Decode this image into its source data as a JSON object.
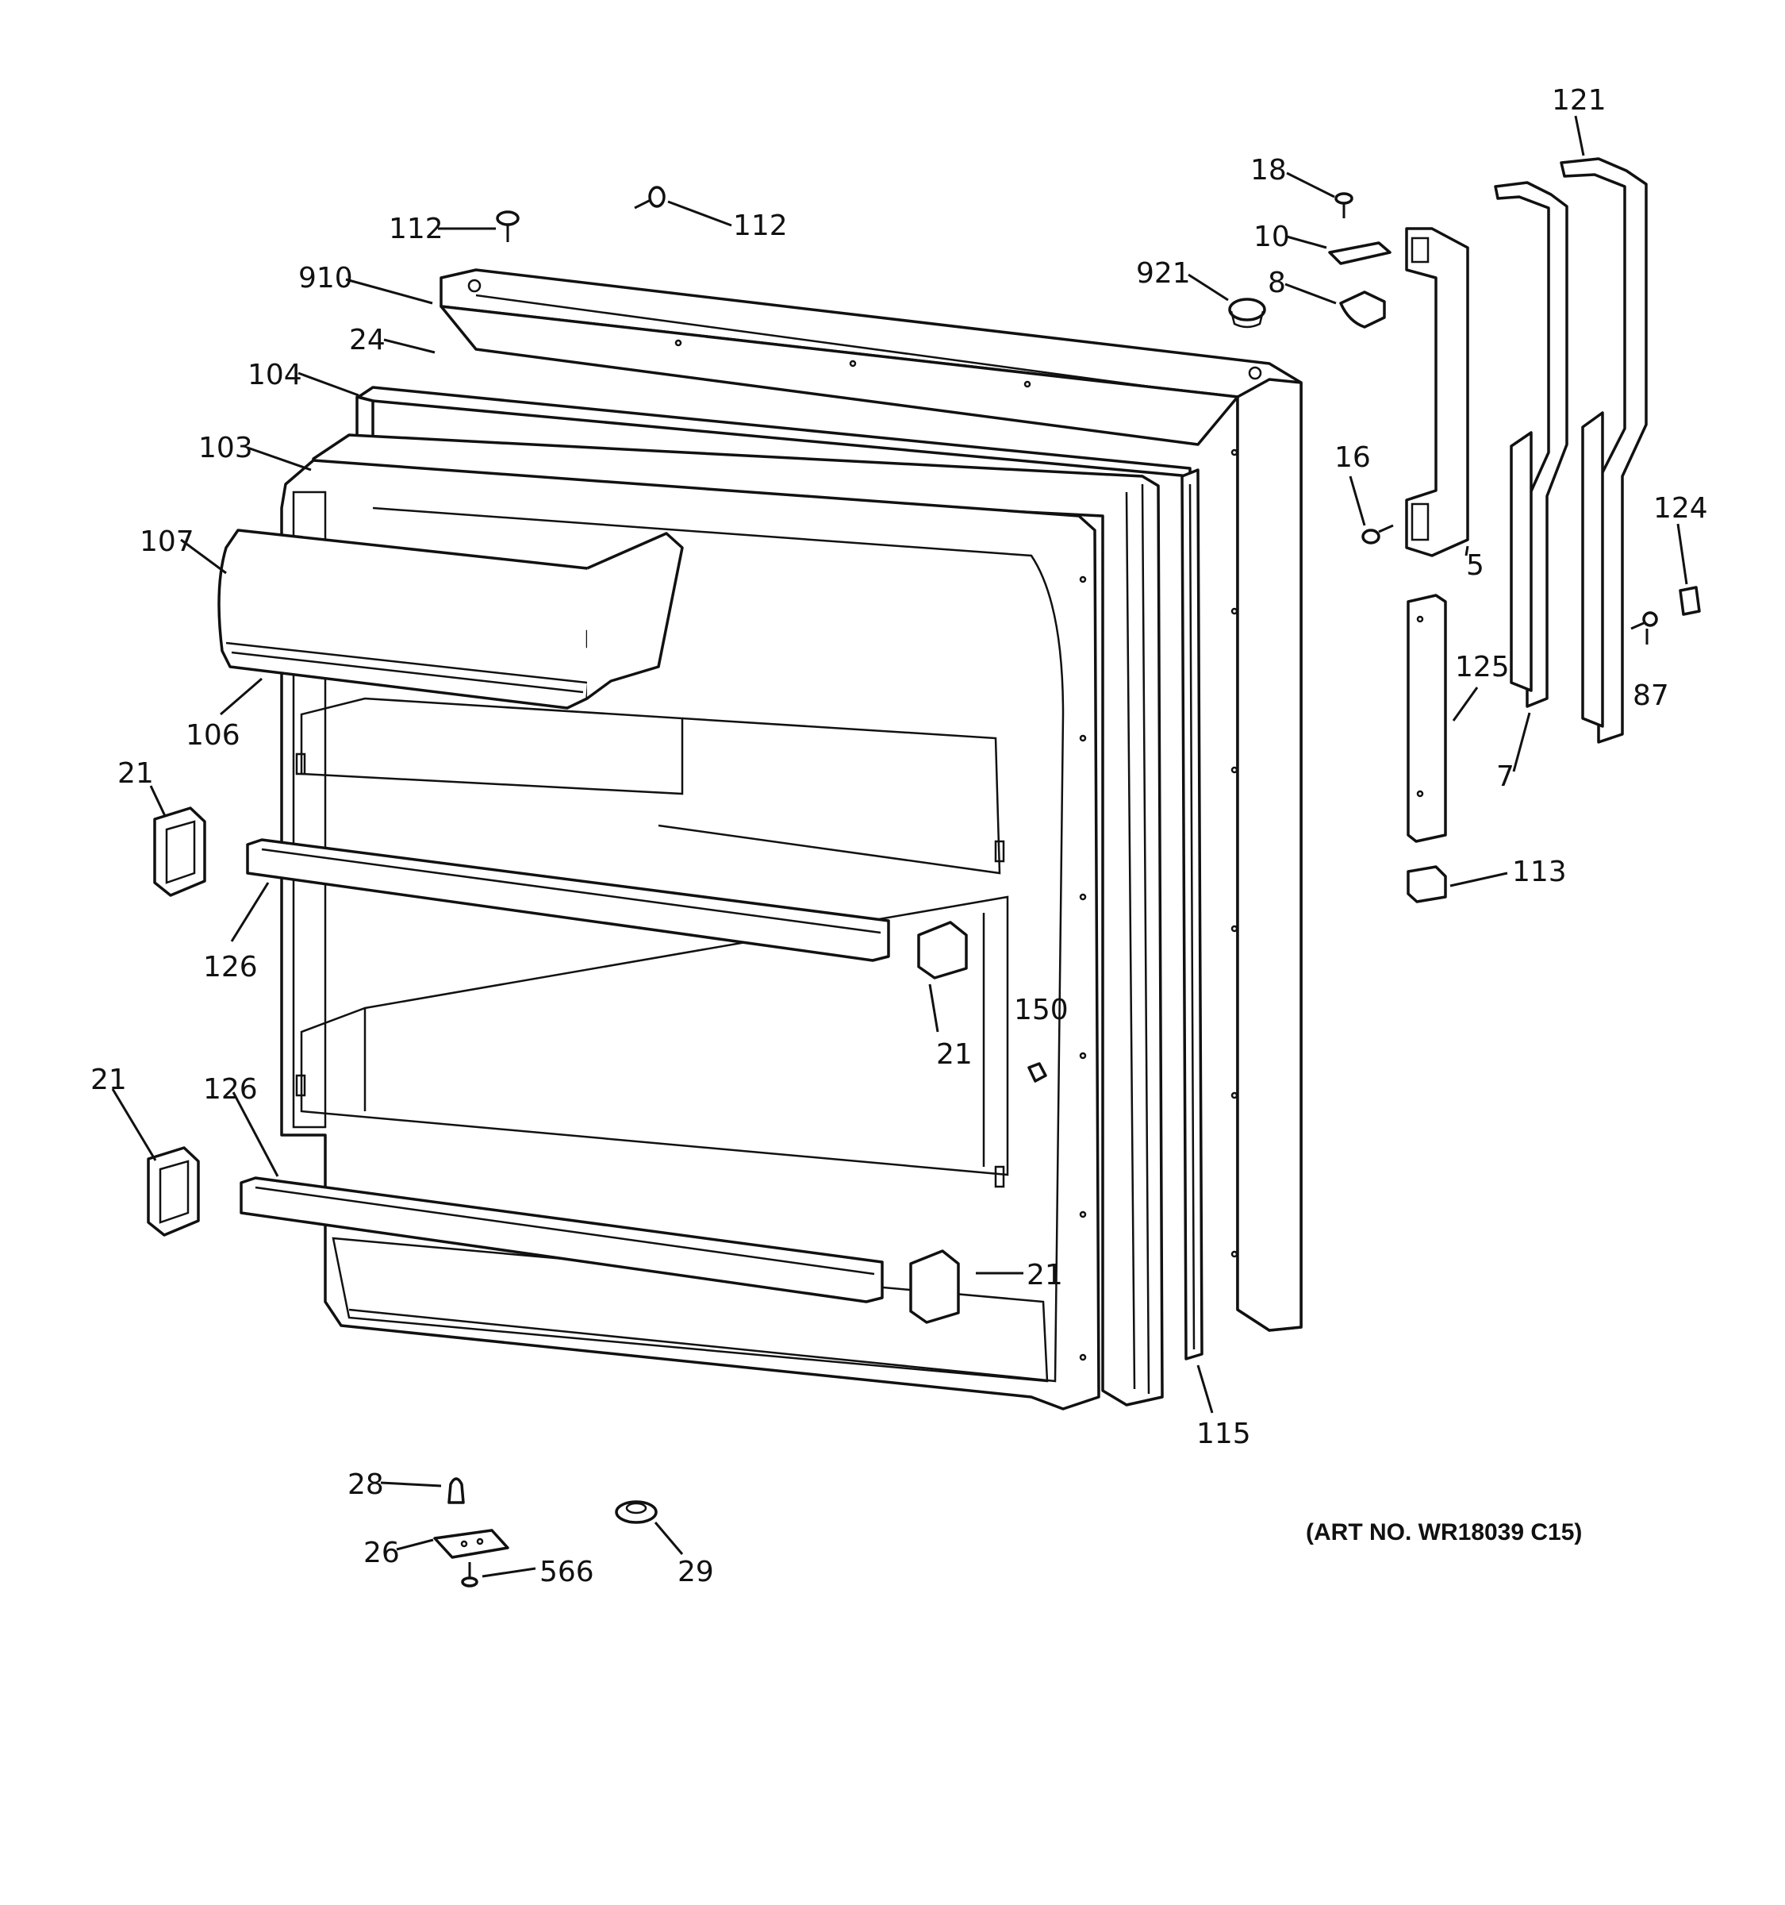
{
  "art_number": "(ART NO. WR18039 C15)",
  "callouts": [
    {
      "id": "c112a",
      "text": "112"
    },
    {
      "id": "c112b",
      "text": "112"
    },
    {
      "id": "c910",
      "text": "910"
    },
    {
      "id": "c24",
      "text": "24"
    },
    {
      "id": "c104",
      "text": "104"
    },
    {
      "id": "c103",
      "text": "103"
    },
    {
      "id": "c107",
      "text": "107"
    },
    {
      "id": "c106",
      "text": "106"
    },
    {
      "id": "c21a",
      "text": "21"
    },
    {
      "id": "c126a",
      "text": "126"
    },
    {
      "id": "c21b",
      "text": "21"
    },
    {
      "id": "c126b",
      "text": "126"
    },
    {
      "id": "c21c",
      "text": "21"
    },
    {
      "id": "c150",
      "text": "150"
    },
    {
      "id": "c21d",
      "text": "21"
    },
    {
      "id": "c115",
      "text": "115"
    },
    {
      "id": "c28",
      "text": "28"
    },
    {
      "id": "c26",
      "text": "26"
    },
    {
      "id": "c566",
      "text": "566"
    },
    {
      "id": "c29",
      "text": "29"
    },
    {
      "id": "c18",
      "text": "18"
    },
    {
      "id": "c10",
      "text": "10"
    },
    {
      "id": "c8",
      "text": "8"
    },
    {
      "id": "c921",
      "text": "921"
    },
    {
      "id": "c16",
      "text": "16"
    },
    {
      "id": "c5",
      "text": "5"
    },
    {
      "id": "c121",
      "text": "121"
    },
    {
      "id": "c124",
      "text": "124"
    },
    {
      "id": "c87",
      "text": "87"
    },
    {
      "id": "c125",
      "text": "125"
    },
    {
      "id": "c7",
      "text": "7"
    },
    {
      "id": "c113",
      "text": "113"
    }
  ]
}
